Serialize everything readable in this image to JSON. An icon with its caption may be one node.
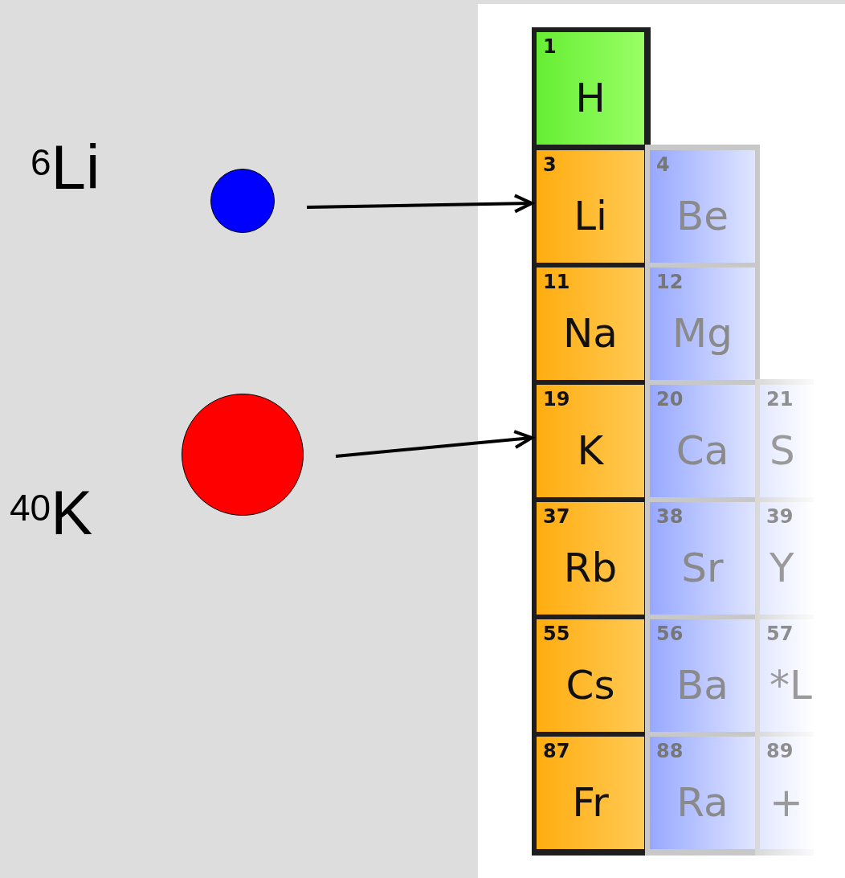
{
  "diagram": {
    "nodes": [
      {
        "text": [],
        "shape": "circle",
        "beside": [
          "$^{6}$Li"
        ]
      },
      {
        "text": [],
        "shape": "circle",
        "beside": [
          "$^{40}$K"
        ]
      },
      {
        "text": [
          "1",
          "H"
        ]
      },
      {
        "text": [
          "3",
          "Li"
        ]
      },
      {
        "text": [
          "4",
          "Be"
        ]
      },
      {
        "text": [
          "11",
          "Na"
        ]
      },
      {
        "text": [
          "12",
          "Mg"
        ]
      },
      {
        "text": [
          "19",
          "K"
        ]
      },
      {
        "text": [
          "20",
          "Ca"
        ]
      },
      {
        "text": [
          "21",
          "S"
        ]
      },
      {
        "text": [
          "37",
          "Rb"
        ]
      },
      {
        "text": [
          "38",
          "Sr"
        ]
      },
      {
        "text": [
          "39",
          "Y"
        ]
      },
      {
        "text": [
          "55",
          "Cs"
        ]
      },
      {
        "text": [
          "56",
          "Ba"
        ]
      },
      {
        "text": [
          "57",
          "*L"
        ]
      },
      {
        "text": [
          "87",
          "Fr"
        ]
      },
      {
        "text": [
          "88",
          "Ra"
        ]
      },
      {
        "text": [
          "89",
          "+"
        ]
      }
    ],
    "edges": [
      {
        "from": 0,
        "to": 3,
        "arrow": "to"
      },
      {
        "from": 1,
        "to": 7,
        "arrow": "to"
      }
    ]
  }
}
